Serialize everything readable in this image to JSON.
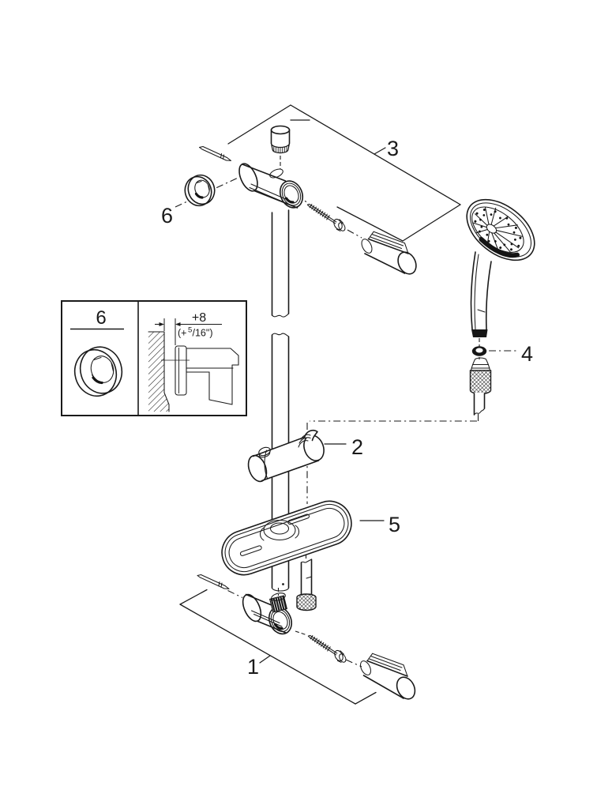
{
  "figure": {
    "background": "#ffffff",
    "ink": "#1a1a1a",
    "kind": "exploded-parts-diagram"
  },
  "callouts": {
    "c1": "1",
    "c2": "2",
    "c3": "3",
    "c4": "4",
    "c5": "5",
    "c6": "6"
  },
  "inset": {
    "part": "6",
    "dim_mm": "+8",
    "inch_open": "(+",
    "inch_sup": "5",
    "inch_rest": "/16\")"
  }
}
